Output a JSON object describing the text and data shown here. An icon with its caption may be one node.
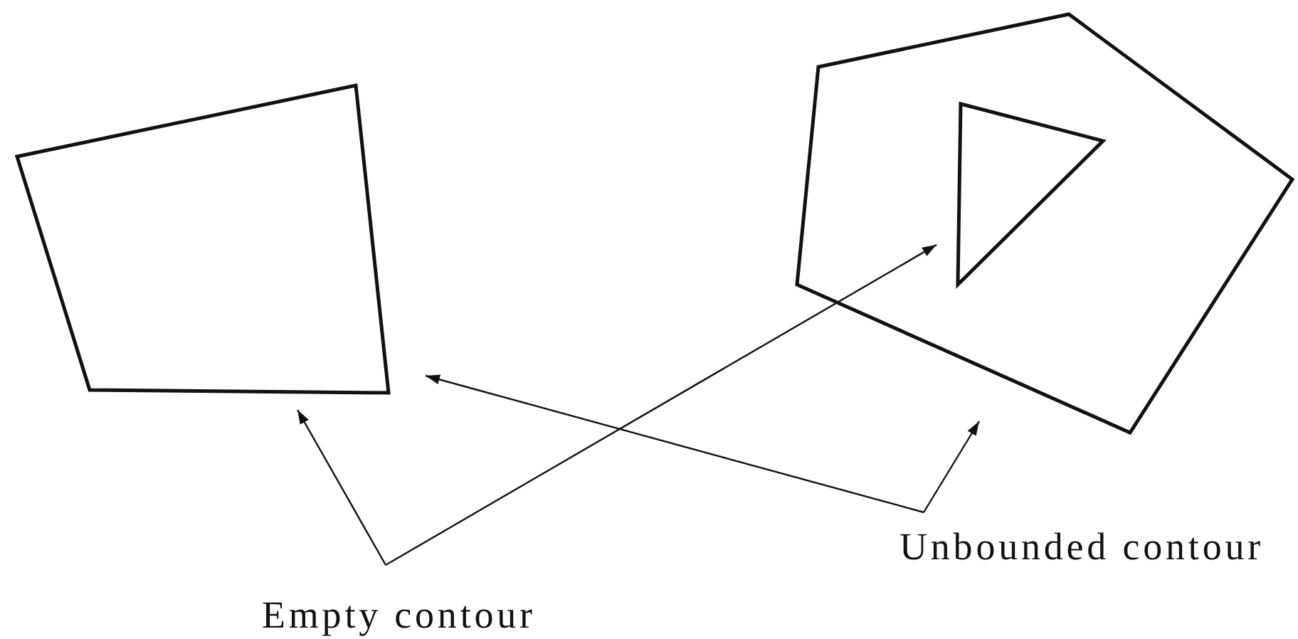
{
  "diagram": {
    "nodes": [
      {
        "text": [],
        "shape": "polygon"
      },
      {
        "text": [],
        "shape": "polygon"
      },
      {
        "text": [],
        "shape": "polygon",
        "in": 1
      },
      {
        "text": [
          "Unbounded contour"
        ]
      },
      {
        "text": [
          "Empty contour"
        ]
      }
    ],
    "edges": [
      {
        "from": 3,
        "to": 0,
        "arrow": "to"
      },
      {
        "from": 3,
        "to": 1,
        "arrow": "to"
      },
      {
        "from": 4,
        "to": 0,
        "arrow": "to"
      },
      {
        "from": 4,
        "to": 2,
        "arrow": "to"
      }
    ]
  }
}
